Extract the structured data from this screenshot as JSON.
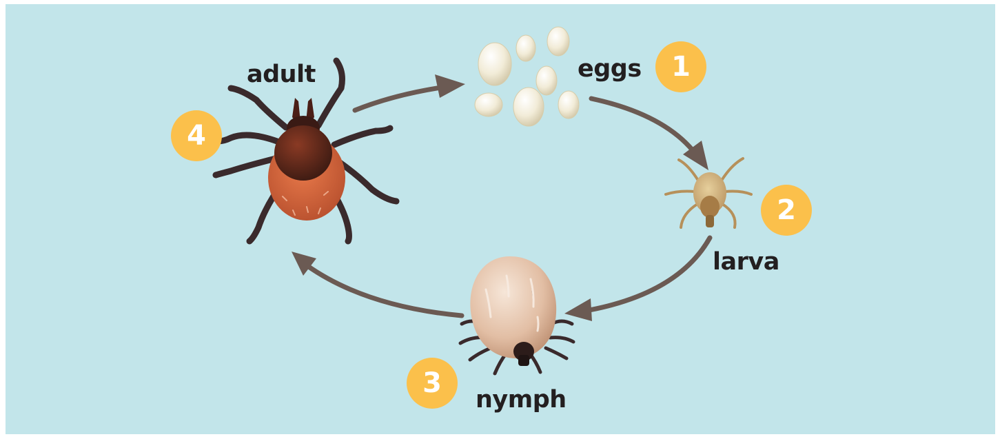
{
  "colors": {
    "background": "#c2e5ea",
    "badge": "#fbc04b",
    "arrow": "#6b5a53",
    "label": "#231f20"
  },
  "stages": [
    {
      "number": "1",
      "label": "eggs"
    },
    {
      "number": "2",
      "label": "larva"
    },
    {
      "number": "3",
      "label": "nymph"
    },
    {
      "number": "4",
      "label": "adult"
    }
  ]
}
